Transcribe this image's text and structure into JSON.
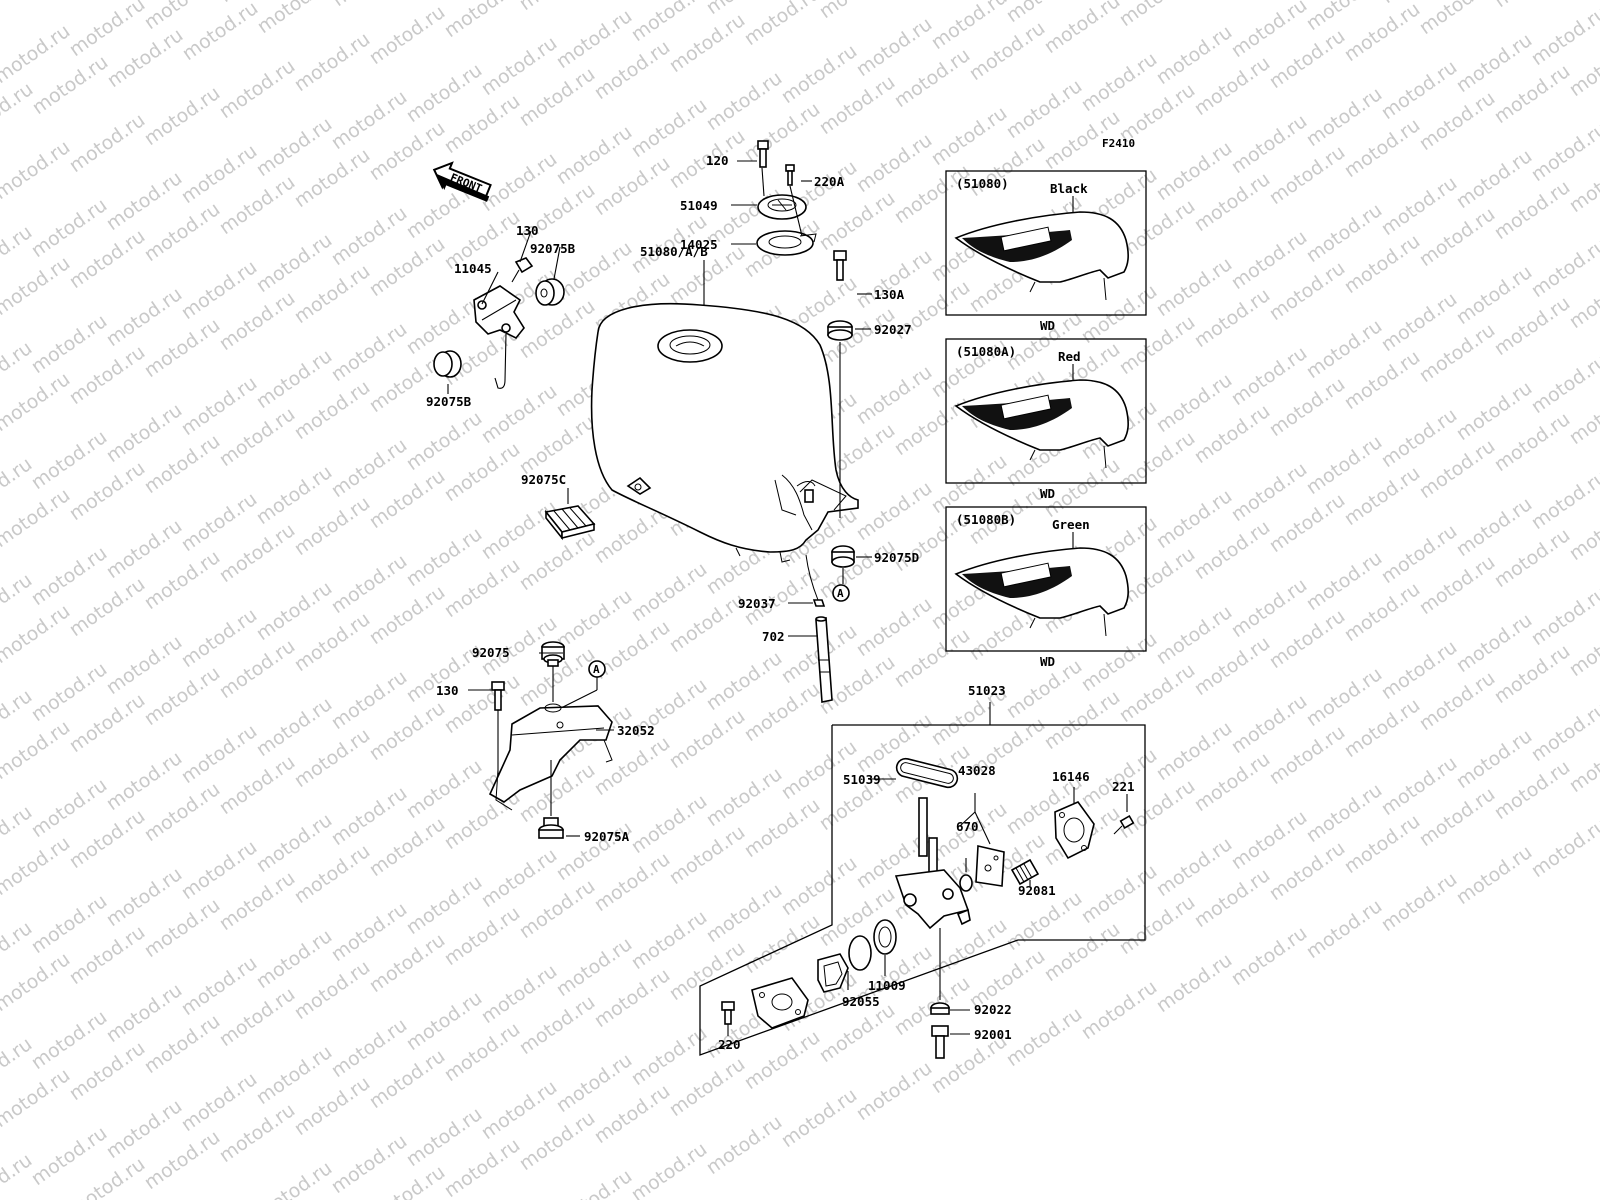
{
  "diagram_code": "F2410",
  "watermark_text": "motod.ru",
  "front_arrow_label": "FRONT",
  "parts": {
    "p120": "120",
    "p220A": "220A",
    "p51049": "51049",
    "p14025": "14025",
    "p130_top": "130",
    "p92075B_top": "92075B",
    "p11045": "11045",
    "p92075B_bottom": "92075B",
    "p51080AB": "51080/A/B",
    "p130A": "130A",
    "p92027": "92027",
    "p92075C": "92075C",
    "p92075D": "92075D",
    "p92037": "92037",
    "p702": "702",
    "p92075": "92075",
    "p130_mid": "130",
    "p32052": "32052",
    "p92075A": "92075A",
    "p51023": "51023",
    "p51039": "51039",
    "p43028": "43028",
    "p16146": "16146",
    "p221": "221",
    "p670": "670",
    "p92081": "92081",
    "p11009": "11009",
    "p92055": "92055",
    "p92022": "92022",
    "p220": "220",
    "p92001": "92001"
  },
  "ref_marker": "A",
  "color_variants": [
    {
      "code": "(51080)",
      "color": "Black",
      "suffix": "WD"
    },
    {
      "code": "(51080A)",
      "color": "Red",
      "suffix": "WD"
    },
    {
      "code": "(51080B)",
      "color": "Green",
      "suffix": "WD"
    }
  ]
}
